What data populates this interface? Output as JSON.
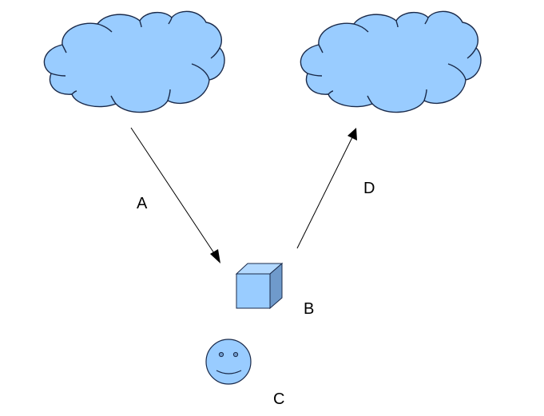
{
  "diagram": {
    "labels": {
      "a": "A",
      "b": "B",
      "c": "C",
      "d": "D"
    },
    "colors": {
      "shape_fill": "#99ccff",
      "cube_top": "#b3d9ff",
      "cube_side": "#6f9acb",
      "outline": "#1a2a4a",
      "background": "#ffffff"
    },
    "shapes": [
      {
        "id": "cloud-left",
        "type": "cloud"
      },
      {
        "id": "cloud-right",
        "type": "cloud"
      },
      {
        "id": "cube",
        "type": "cube",
        "label": "B"
      },
      {
        "id": "smiley",
        "type": "smiley-face",
        "label": "C"
      }
    ],
    "connectors": [
      {
        "id": "arrow-a",
        "from": "cloud-left",
        "to": "cube",
        "label": "A"
      },
      {
        "id": "arrow-d",
        "from": "cube",
        "to": "cloud-right",
        "label": "D"
      }
    ]
  }
}
